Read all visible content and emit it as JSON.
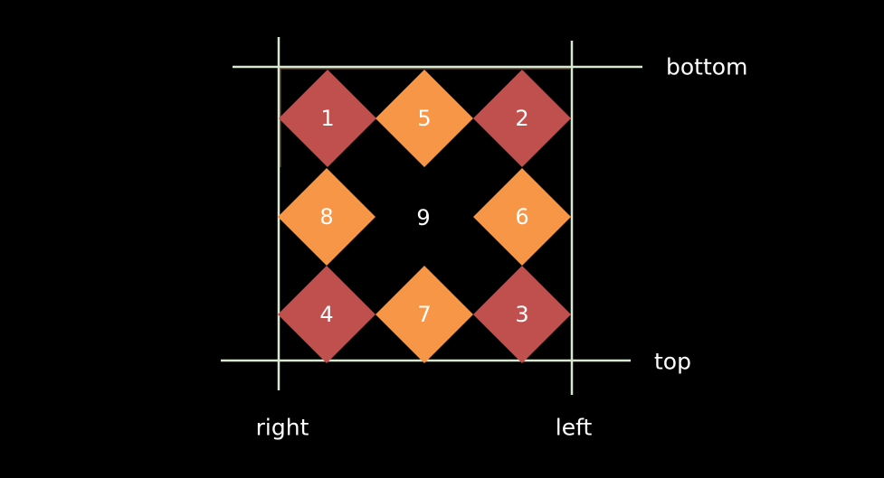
{
  "diagram": {
    "edge_labels": {
      "bottom": "bottom",
      "top": "top",
      "right": "right",
      "left": "left"
    },
    "center_label": "9",
    "tiles": [
      {
        "label": "1",
        "color": "red"
      },
      {
        "label": "5",
        "color": "orange"
      },
      {
        "label": "2",
        "color": "red"
      },
      {
        "label": "8",
        "color": "orange"
      },
      {
        "label": "6",
        "color": "orange"
      },
      {
        "label": "4",
        "color": "red"
      },
      {
        "label": "7",
        "color": "orange"
      },
      {
        "label": "3",
        "color": "red"
      }
    ],
    "colors": {
      "background": "#000000",
      "red": "#C0504D",
      "orange": "#F79646",
      "line": "#D8E8D0",
      "accent_line": "#E8A070",
      "text": "#FFFFFF"
    }
  }
}
